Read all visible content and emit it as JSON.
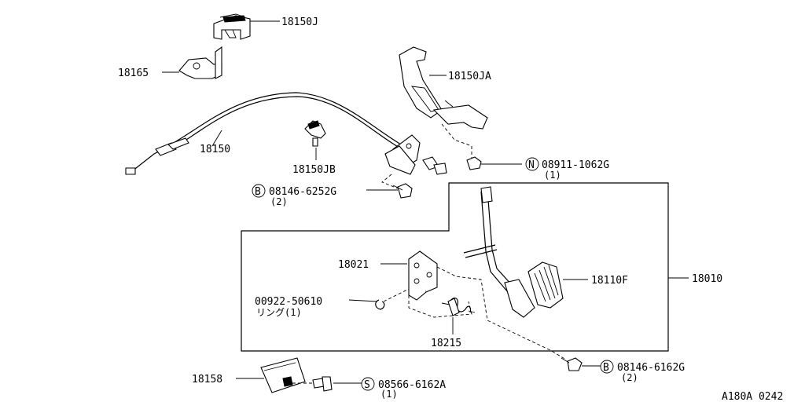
{
  "diagram": {
    "footer_code": "A180A 0242",
    "callouts": {
      "p18150J": "18150J",
      "p18165": "18165",
      "p18150JA": "18150JA",
      "p18150": "18150",
      "p18150JB": "18150JB",
      "n_part": "08911-1062G",
      "n_part_qty": "(1)",
      "b_part_1": "08146-6252G",
      "b_part_1_qty": "(2)",
      "p18021": "18021",
      "p18110F": "18110F",
      "p18010": "18010",
      "ring_part": "00922-50610",
      "ring_label": "リング(1)",
      "p18215": "18215",
      "b_part_2": "08146-6162G",
      "b_part_2_qty": "(2)",
      "p18158": "18158",
      "s_part": "08566-6162A",
      "s_part_qty": "(1)"
    },
    "prefix_symbols": {
      "n": "N",
      "b1": "B",
      "b2": "B",
      "s": "S"
    }
  }
}
